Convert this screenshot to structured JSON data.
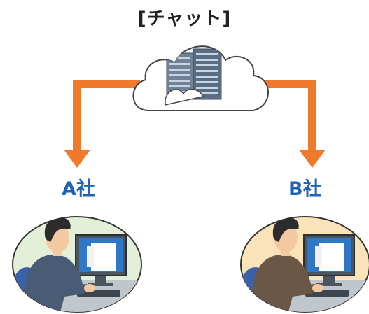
{
  "title": "[チャット]",
  "company_a": {
    "label": "A社",
    "background_color": "#e3efd6"
  },
  "company_b": {
    "label": "B社",
    "background_color": "#fbe3b9"
  },
  "colors": {
    "arrow": "#f07a2c",
    "label": "#1f63b7",
    "cloud_stroke": "#444444",
    "server": "#5a6e83"
  },
  "icons": [
    "cloud-server-icon",
    "person-at-computer-icon"
  ]
}
